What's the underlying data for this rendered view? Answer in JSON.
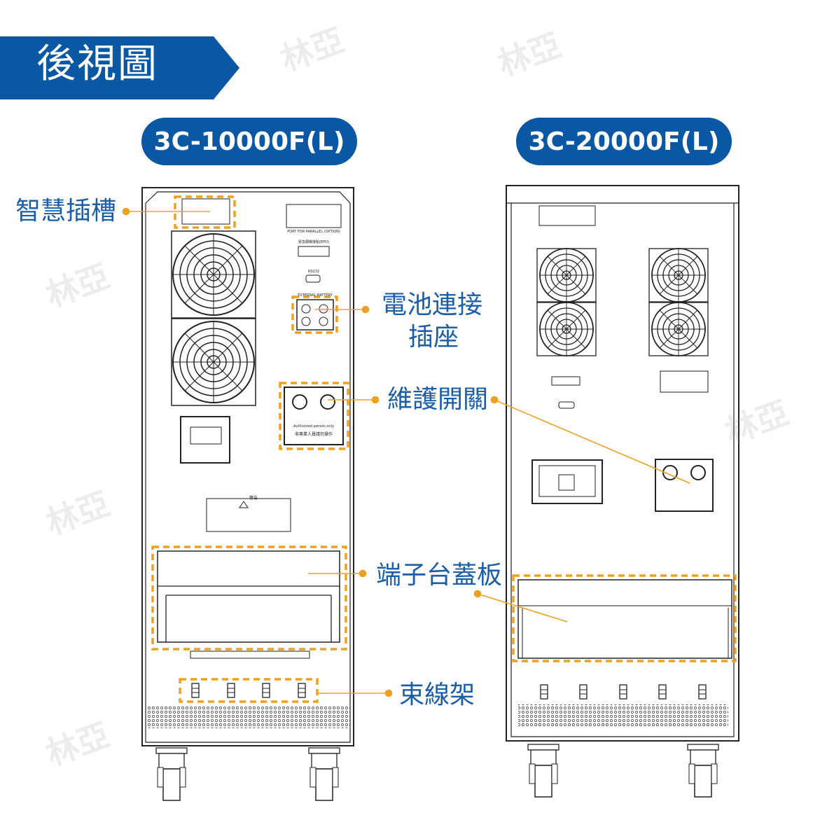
{
  "header": {
    "title": "後視圖"
  },
  "models": [
    {
      "name": "3C-10000F(L)"
    },
    {
      "name": "3C-20000F(L)"
    }
  ],
  "callouts": {
    "smart_slot": "智慧插槽",
    "battery_line1": "電池連接",
    "battery_line2": "插座",
    "maintenance_switch": "維護開關",
    "terminal_cover": "端子台蓋板",
    "cable_rack": "束線架"
  },
  "panel_text": {
    "parallel_port": "PORT FOR PARALLEL (OPTION)",
    "epo": "緊急關機接點(EPO)",
    "rs232": "RS232",
    "external_battery": "EXTERNAL BATTERY",
    "authorized": "Authorized person only",
    "authorized_zh": "非專業人員請勿操作",
    "warning": "警告"
  },
  "watermark": "林亞",
  "colors": {
    "brand_blue": "#0a57a4",
    "callout_blue": "#1b5ea8",
    "highlight_orange": "#f0a020"
  }
}
